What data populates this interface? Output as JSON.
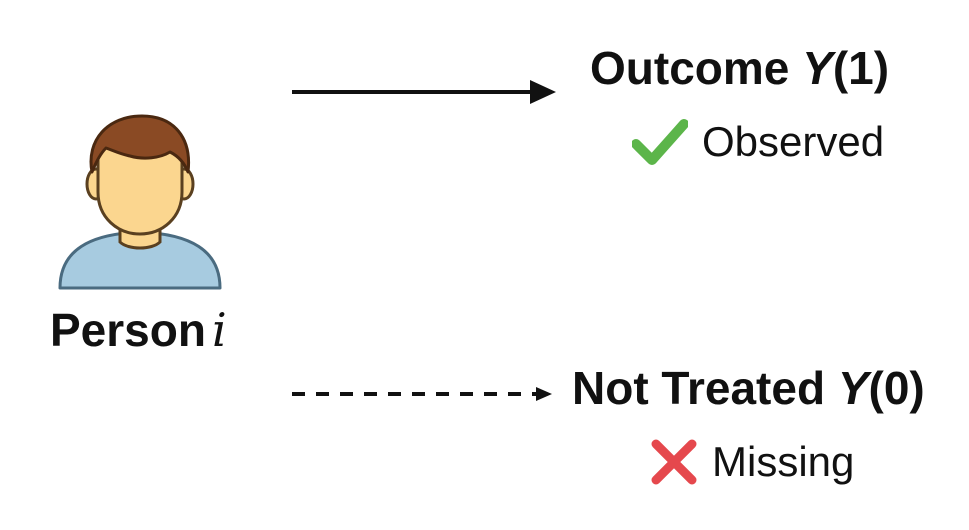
{
  "person": {
    "label": "Person",
    "variable": "i"
  },
  "treated": {
    "title_prefix": "Outcome",
    "variable": "Y",
    "argument": "(1)",
    "status_label": "Observed",
    "status_icon": "check-mark-icon",
    "arrow_style": "solid"
  },
  "untreated": {
    "title_prefix": "Not Treated",
    "variable": "Y",
    "argument": "(0)",
    "status_label": "Missing",
    "status_icon": "cross-mark-icon",
    "arrow_style": "dashed"
  },
  "colors": {
    "text": "#111111",
    "check": "#5cb54a",
    "cross": "#e5484d",
    "hair": "#8a4a24",
    "skin": "#fbd68f",
    "shirt": "#a7cbe0"
  }
}
